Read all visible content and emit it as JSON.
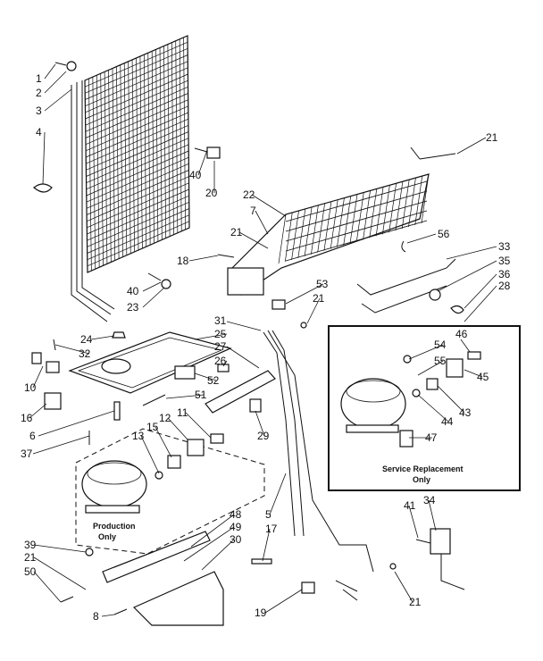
{
  "labels": {
    "l1": "1",
    "l2": "2",
    "l3": "3",
    "l4": "4",
    "l40a": "40",
    "l20": "20",
    "l21a": "21",
    "l22": "22",
    "l7": "7",
    "l21b": "21",
    "l56": "56",
    "l33": "33",
    "l35": "35",
    "l36": "36",
    "l28": "28",
    "l18": "18",
    "l40b": "40",
    "l23": "23",
    "l53": "53",
    "l21c": "21",
    "l24": "24",
    "l32": "32",
    "l31": "31",
    "l25": "25",
    "l27": "27",
    "l26": "26",
    "l52": "52",
    "l10": "10",
    "l51": "51",
    "l16": "16",
    "l6": "6",
    "l12": "12",
    "l11": "11",
    "l13": "13",
    "l15": "15",
    "l29": "29",
    "l37": "37",
    "l54": "54",
    "l55": "55",
    "l46": "46",
    "l45": "45",
    "l43": "43",
    "l44": "44",
    "l47": "47",
    "l5": "5",
    "l17": "17",
    "l39": "39",
    "l21d": "21",
    "l50": "50",
    "l48": "48",
    "l49": "49",
    "l30": "30",
    "l8": "8",
    "l19": "19",
    "l41": "41",
    "l34": "34",
    "l21e": "21"
  },
  "notes": {
    "production_line1": "Production",
    "production_line2": "Only",
    "service_line1": "Service Replacement",
    "service_line2": "Only"
  }
}
